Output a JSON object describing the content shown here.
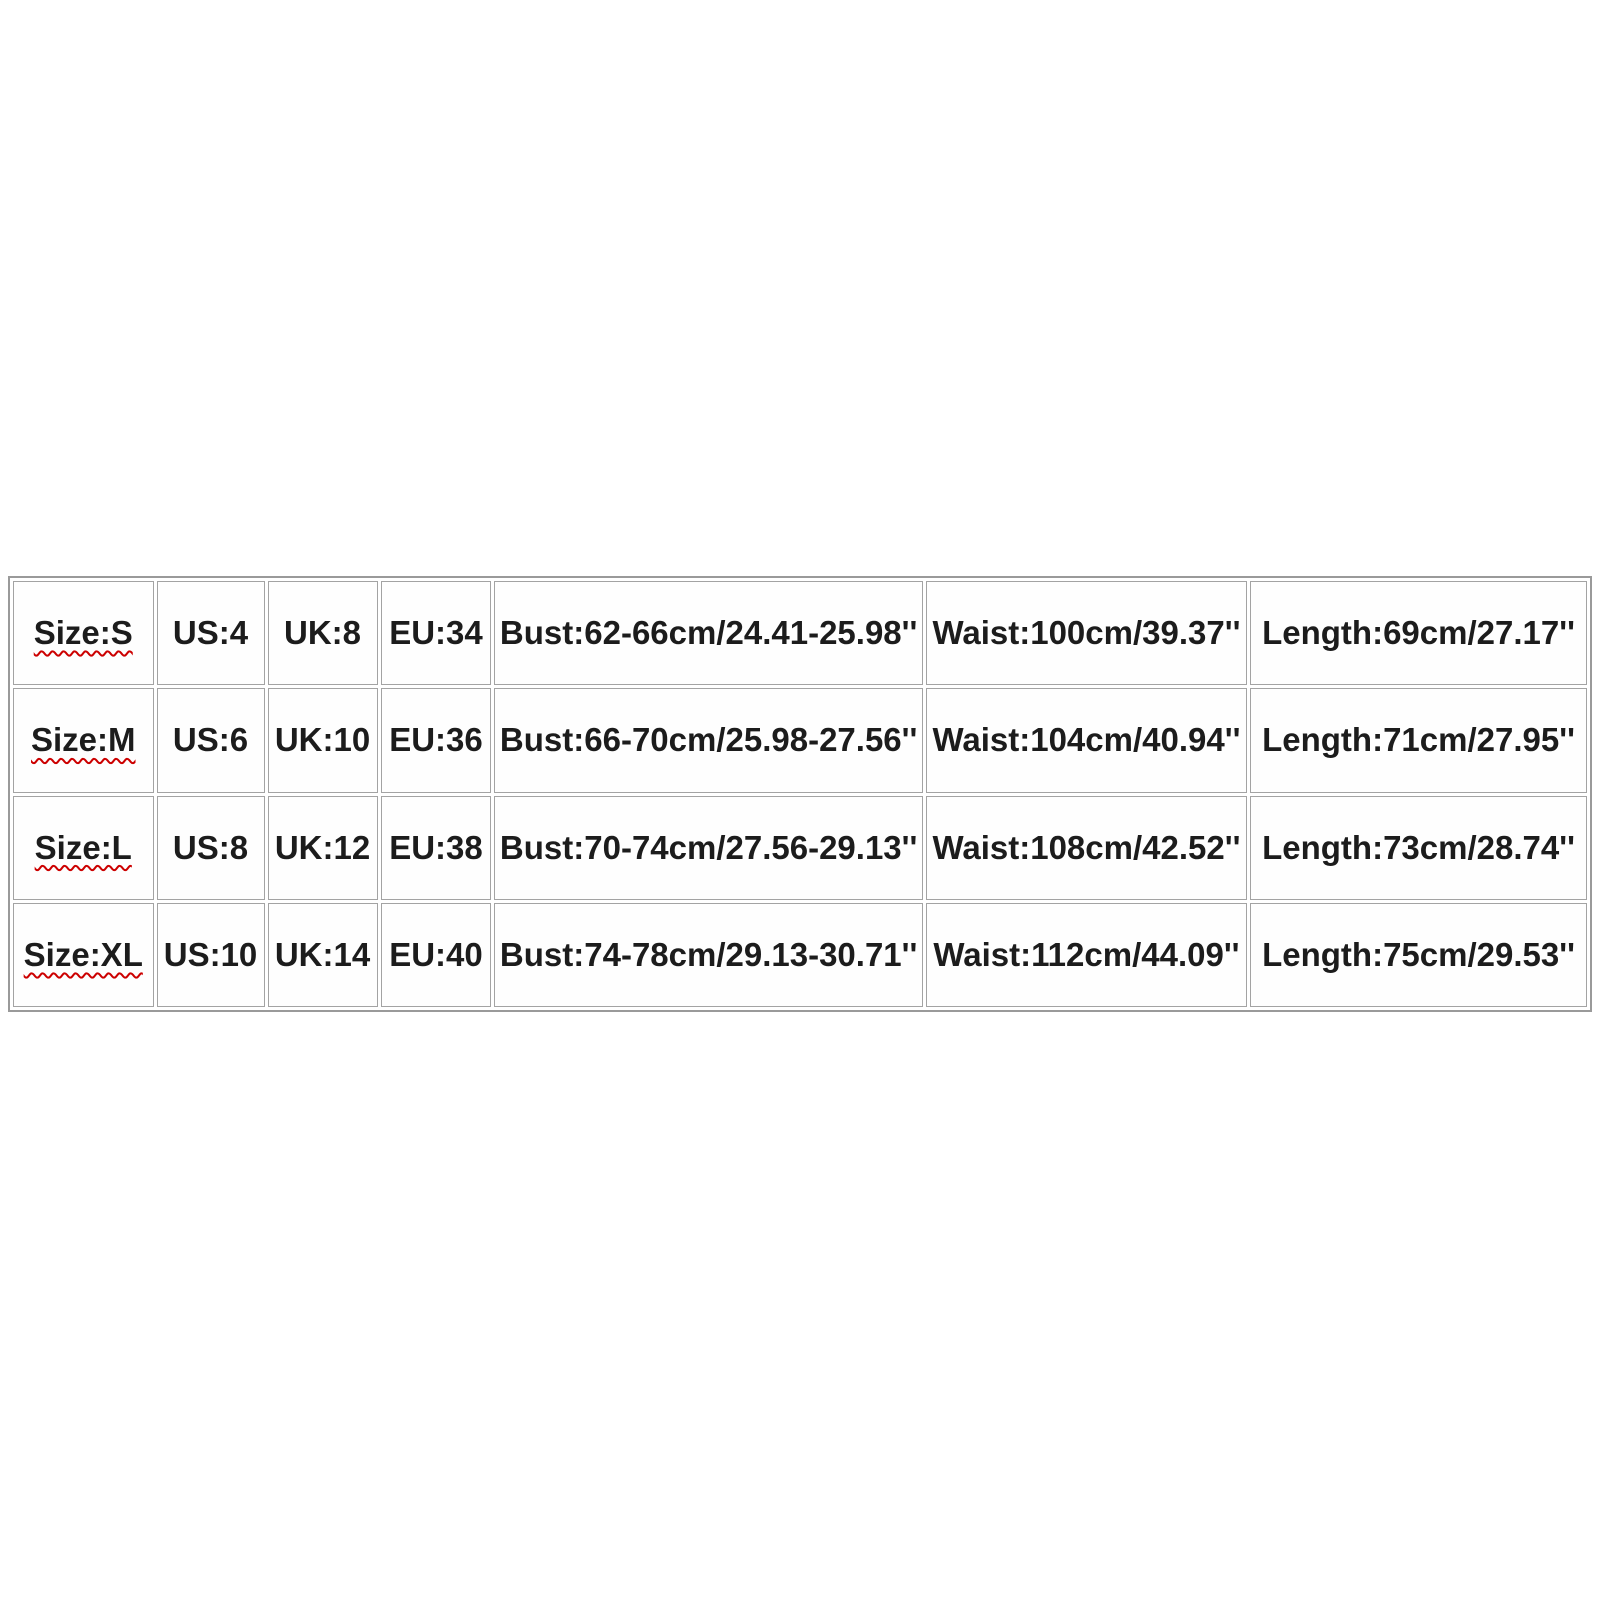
{
  "chart_data": {
    "type": "table",
    "title": "Garment size chart",
    "columns": [
      "Size",
      "US",
      "UK",
      "EU",
      "Bust",
      "Waist",
      "Length"
    ],
    "rows": [
      {
        "size": "Size:S",
        "us": "US:4",
        "uk": "UK:8",
        "eu": "EU:34",
        "bust": "Bust:62-66cm/24.41-25.98''",
        "waist": "Waist:100cm/39.37''",
        "length": "Length:69cm/27.17''"
      },
      {
        "size": "Size:M",
        "us": "US:6",
        "uk": "UK:10",
        "eu": "EU:36",
        "bust": "Bust:66-70cm/25.98-27.56''",
        "waist": "Waist:104cm/40.94''",
        "length": "Length:71cm/27.95''"
      },
      {
        "size": "Size:L",
        "us": "US:8",
        "uk": "UK:12",
        "eu": "EU:38",
        "bust": "Bust:70-74cm/27.56-29.13''",
        "waist": "Waist:108cm/42.52''",
        "length": "Length:73cm/28.74''"
      },
      {
        "size": "Size:XL",
        "us": "US:10",
        "uk": "UK:14",
        "eu": "EU:40",
        "bust": "Bust:74-78cm/29.13-30.71''",
        "waist": "Waist:112cm/44.09''",
        "length": "Length:75cm/29.53''"
      }
    ],
    "layout": {
      "grid": true,
      "column_width_percents": [
        9.03,
        6.94,
        7.07,
        7.13,
        27.53,
        20.64,
        21.65
      ]
    },
    "colors": {
      "background": "#ffffff",
      "cell_background": "#fefefe",
      "border": "#9a9a9a",
      "text": "#1c1c1c",
      "spellcheck_underline": "#cc0000"
    }
  }
}
